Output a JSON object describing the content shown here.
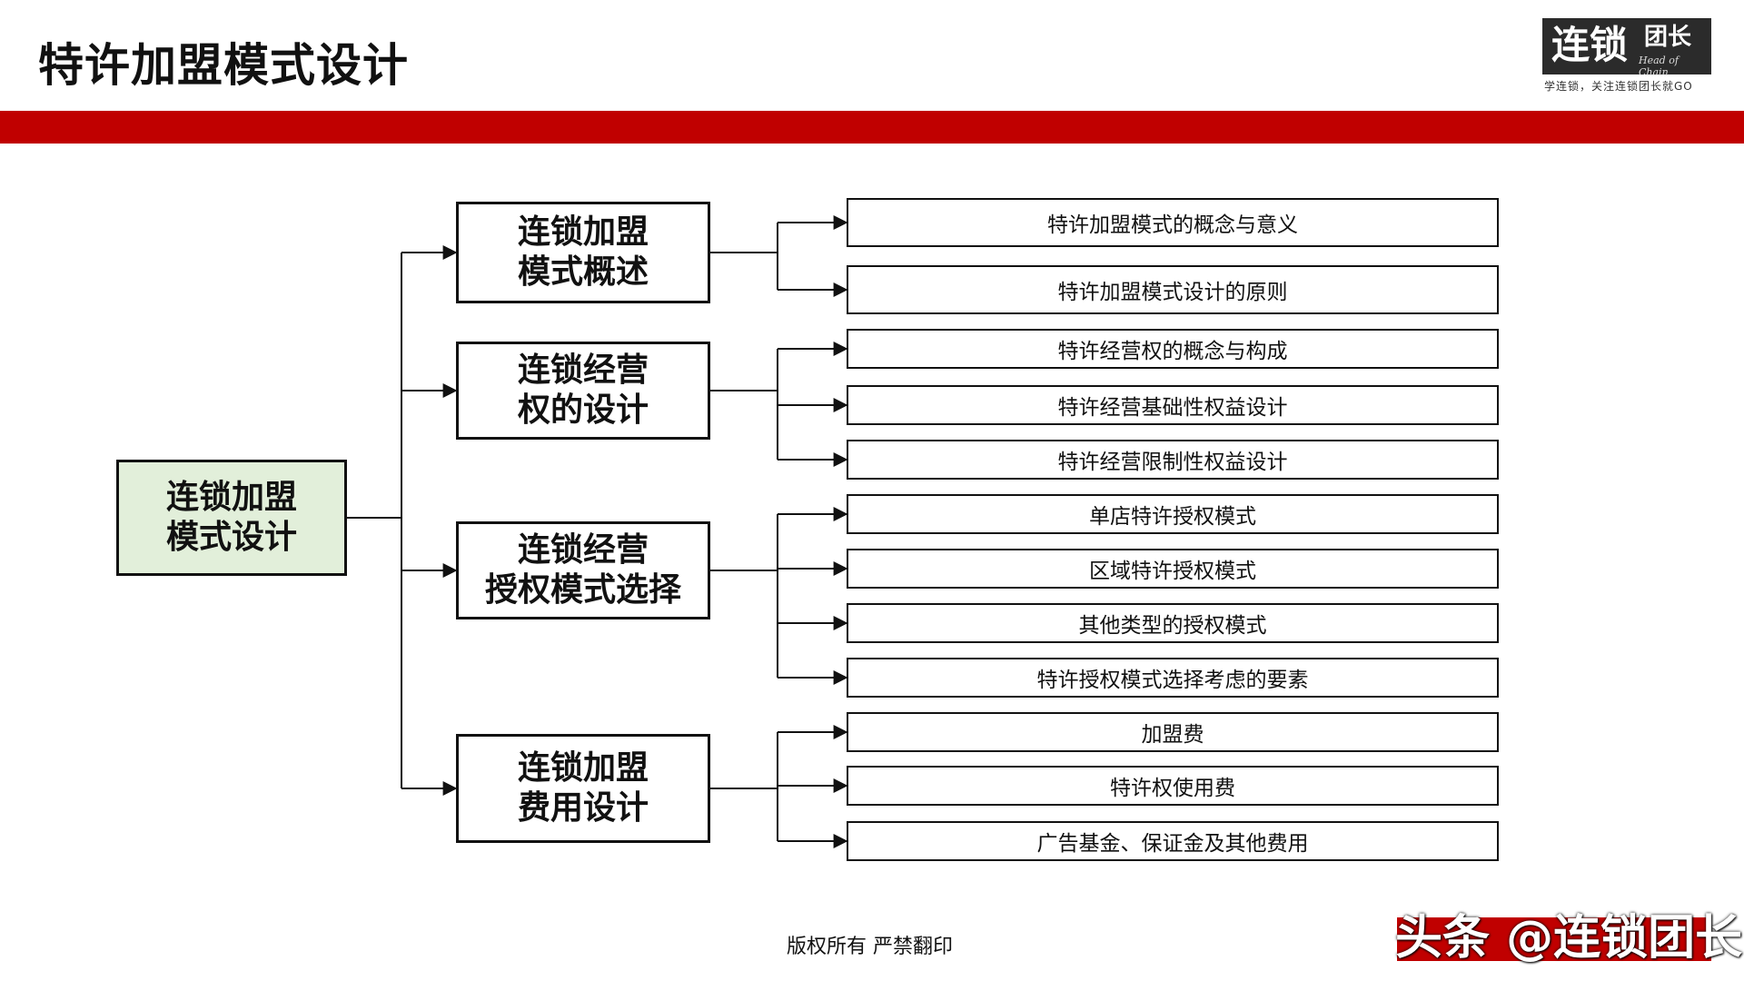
{
  "header": {
    "title": "特许加盟模式设计"
  },
  "logo": {
    "main": "连锁",
    "cap": "团长",
    "sub_en": "Head of Chain",
    "slogan": "学连锁，关注连锁团长就GO"
  },
  "diagram": {
    "root": "连锁加盟\n模式设计",
    "branches": [
      {
        "label": "连锁加盟\n模式概述",
        "items": [
          "特许加盟模式的概念与意义",
          "特许加盟模式设计的原则"
        ]
      },
      {
        "label": "连锁经营\n权的设计",
        "items": [
          "特许经营权的概念与构成",
          "特许经营基础性权益设计",
          "特许经营限制性权益设计"
        ]
      },
      {
        "label": "连锁经营\n授权模式选择",
        "items": [
          "单店特许授权模式",
          "区域特许授权模式",
          "其他类型的授权模式",
          "特许授权模式选择考虑的要素"
        ]
      },
      {
        "label": "连锁加盟\n费用设计",
        "items": [
          "加盟费",
          "特许权使用费",
          "广告基金、保证金及其他费用"
        ]
      }
    ]
  },
  "footer": {
    "copyright": "版权所有  严禁翻印"
  },
  "watermark": {
    "text": "头条 @连锁团长"
  },
  "colors": {
    "accent_red": "#c00000",
    "root_fill": "#e2efda",
    "logo_bg": "#2b2b2b"
  }
}
